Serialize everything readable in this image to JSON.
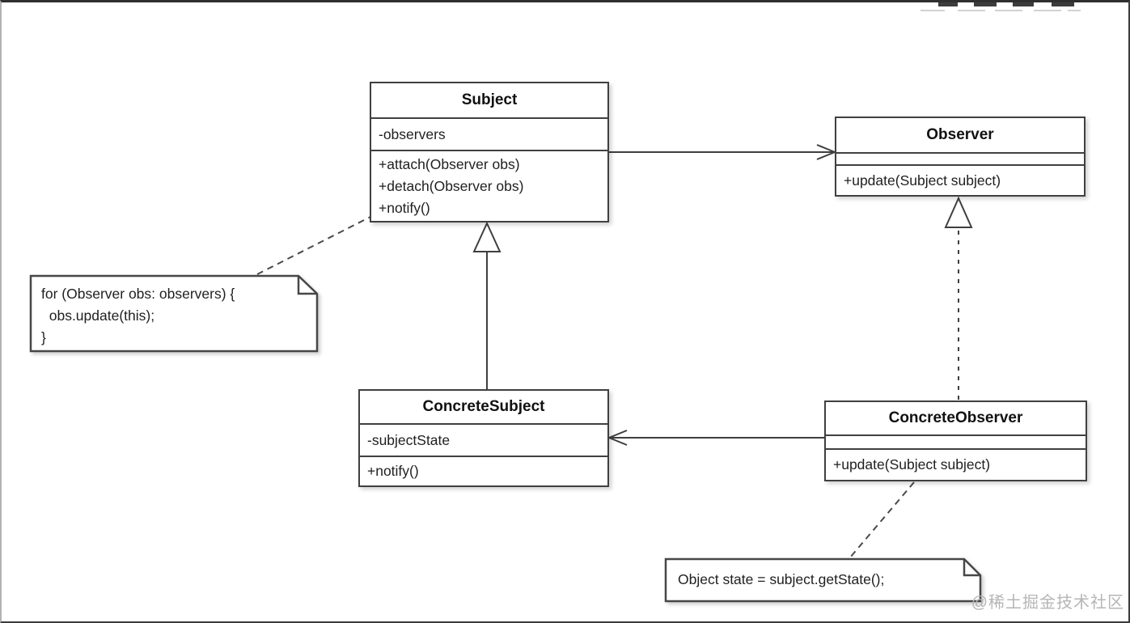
{
  "colors": {
    "stroke": "#3f3f3f",
    "text": "#1f1f1f",
    "background": "#ffffff",
    "watermark": "#b5b5b5"
  },
  "diagram": {
    "classes": [
      {
        "title": "Subject",
        "attributes": [
          "-observers"
        ],
        "methods": [
          "+attach(Observer obs)",
          "+detach(Observer obs)",
          "+notify()"
        ]
      },
      {
        "title": "Observer",
        "attributes": [],
        "methods": [
          "+update(Subject subject)"
        ]
      },
      {
        "title": "ConcreteSubject",
        "attributes": [
          "-subjectState"
        ],
        "methods": [
          "+notify()"
        ]
      },
      {
        "title": "ConcreteObserver",
        "attributes": [],
        "methods": [
          "+update(Subject subject)"
        ]
      }
    ],
    "notes": [
      {
        "lines": [
          "for (Observer obs: observers) {",
          "  obs.update(this);",
          "}"
        ]
      },
      {
        "lines": [
          "Object state = subject.getState();"
        ]
      }
    ],
    "relationships": [
      {
        "type": "association",
        "from": "Subject",
        "to": "Observer",
        "line": "solid",
        "arrow": "open"
      },
      {
        "type": "generalization",
        "from": "ConcreteSubject",
        "to": "Subject",
        "line": "solid",
        "arrow": "hollow-triangle"
      },
      {
        "type": "realization",
        "from": "ConcreteObserver",
        "to": "Observer",
        "line": "dashed",
        "arrow": "hollow-triangle"
      },
      {
        "type": "association",
        "from": "ConcreteObserver",
        "to": "ConcreteSubject",
        "line": "solid",
        "arrow": "open"
      },
      {
        "type": "note-link",
        "from": "note-0",
        "to": "Subject",
        "line": "dashed"
      },
      {
        "type": "note-link",
        "from": "note-1",
        "to": "ConcreteObserver",
        "line": "dashed"
      }
    ]
  },
  "watermark": {
    "text": "@稀土掘金技术社区"
  }
}
